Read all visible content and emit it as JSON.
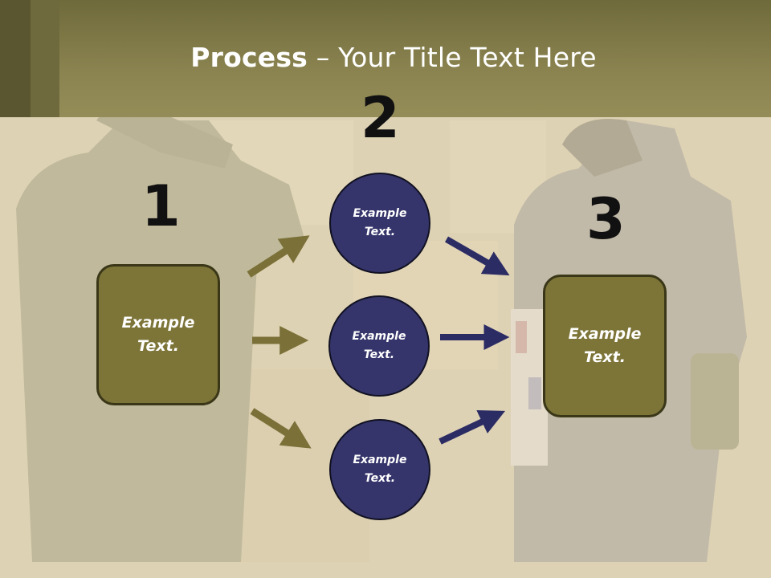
{
  "slide": {
    "title_bold": "Process",
    "title_rest": " – Your Title Text Here",
    "numbers": [
      "1",
      "2",
      "3"
    ],
    "left_box": {
      "line1": "Example",
      "line2": "Text."
    },
    "right_box": {
      "line1": "Example",
      "line2": "Text."
    },
    "circles": [
      {
        "line1": "Example",
        "line2": "Text."
      },
      {
        "line1": "Example",
        "line2": "Text."
      },
      {
        "line1": "Example",
        "line2": "Text."
      }
    ]
  },
  "colors": {
    "header": "#8a8350",
    "olive_box": "#7d7438",
    "navy_circle": "#35356b",
    "olive_arrow": "#7a7038",
    "navy_arrow": "#2c2c64"
  },
  "icons": [
    "olive-arrow",
    "navy-arrow"
  ]
}
